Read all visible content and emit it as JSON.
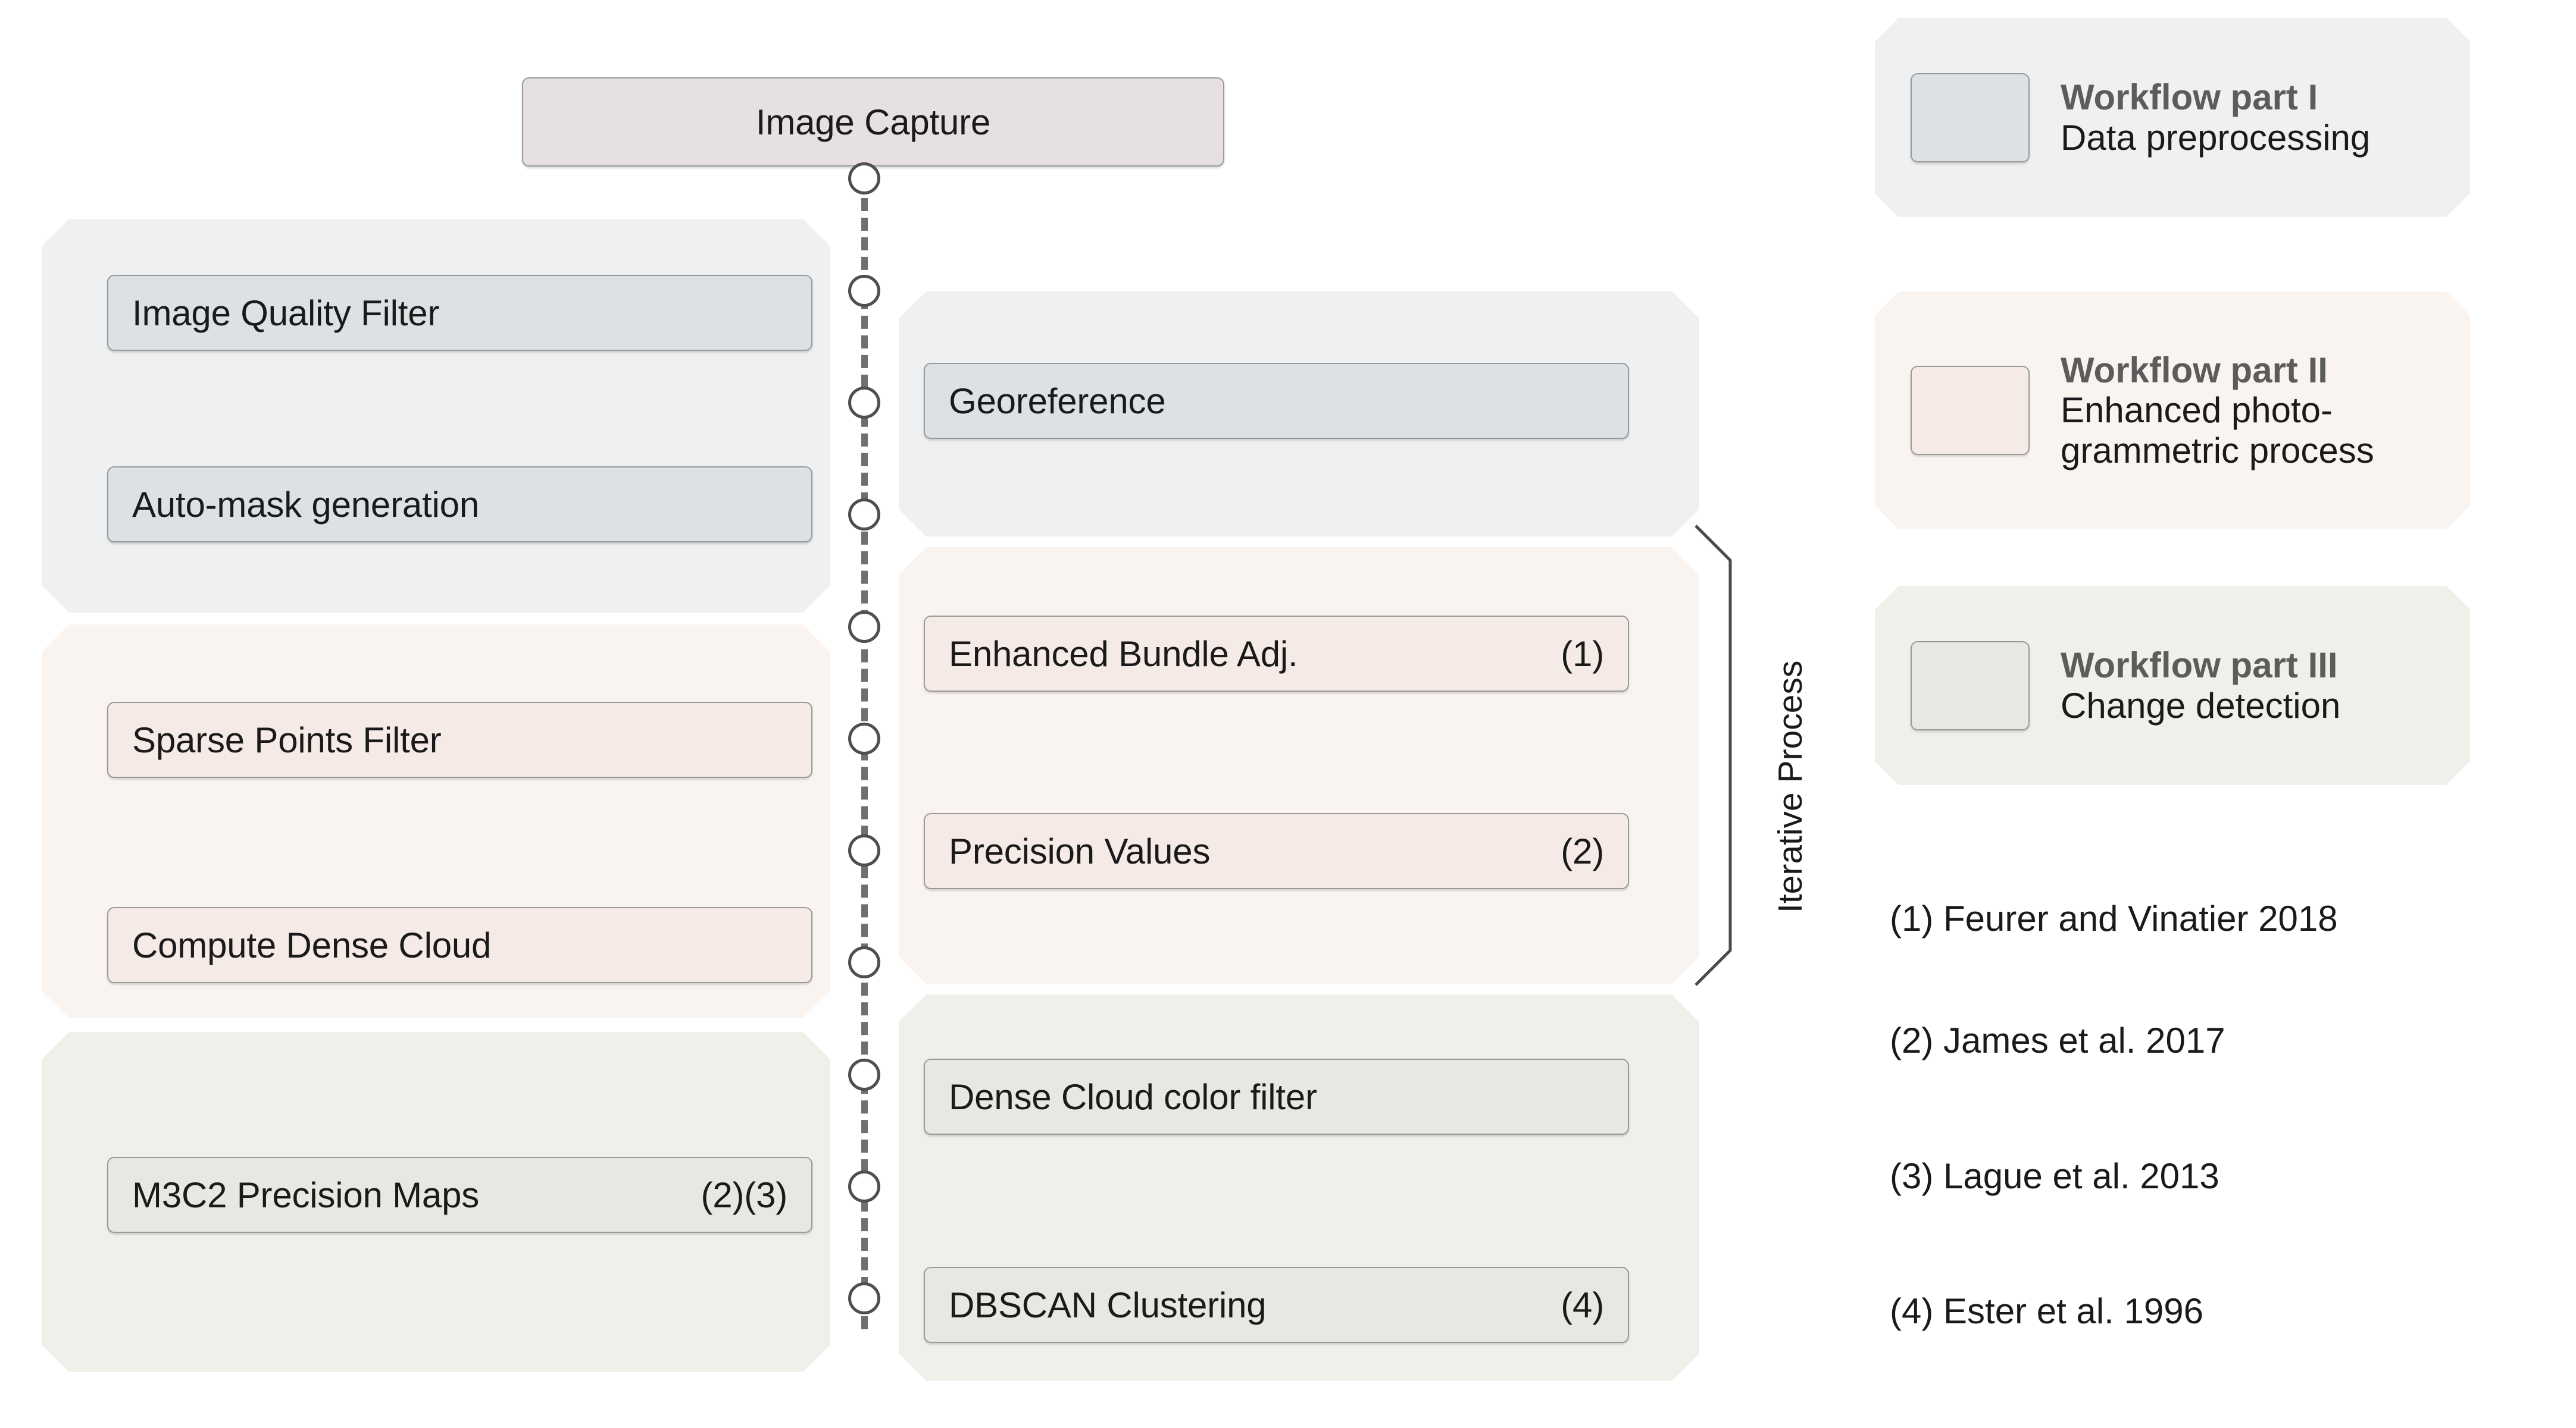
{
  "diagram": {
    "title_box": {
      "label": "Image Capture"
    },
    "iterative_bracket": {
      "label": "Iterative Process"
    },
    "groups": [
      {
        "id": "part-1",
        "theme": "grey",
        "left_steps": [
          {
            "label": "Image Quality Filter",
            "ref": ""
          },
          {
            "label": "Auto-mask generation",
            "ref": ""
          }
        ],
        "right_steps": [
          {
            "label": "Georeference",
            "ref": ""
          }
        ]
      },
      {
        "id": "part-2",
        "theme": "pink",
        "left_steps": [
          {
            "label": "Sparse Points Filter",
            "ref": ""
          },
          {
            "label": "Compute Dense Cloud",
            "ref": ""
          }
        ],
        "right_steps": [
          {
            "label": "Enhanced Bundle Adj.",
            "ref": "(1)"
          },
          {
            "label": "Precision Values",
            "ref": "(2)"
          }
        ]
      },
      {
        "id": "part-3",
        "theme": "green",
        "left_steps": [
          {
            "label": "M3C2 Precision Maps",
            "ref": "(2)(3)"
          }
        ],
        "right_steps": [
          {
            "label": "Dense Cloud color filter",
            "ref": ""
          },
          {
            "label": "DBSCAN Clustering",
            "ref": "(4)"
          }
        ]
      }
    ]
  },
  "steps": {
    "image_capture": "Image Capture",
    "image_quality_filter": "Image Quality Filter",
    "auto_mask_generation": "Auto-mask generation",
    "georeference": "Georeference",
    "sparse_points_filter": "Sparse Points Filter",
    "compute_dense_cloud": "Compute Dense Cloud",
    "enhanced_bundle_adj": "Enhanced Bundle Adj.",
    "enhanced_bundle_adj_ref": "(1)",
    "precision_values": "Precision Values",
    "precision_values_ref": "(2)",
    "m3c2_precision_maps": "M3C2 Precision Maps",
    "m3c2_precision_maps_ref": "(2)(3)",
    "dense_cloud_color_filter": "Dense Cloud color filter",
    "dbscan_clustering": "DBSCAN Clustering",
    "dbscan_clustering_ref": "(4)"
  },
  "legend": {
    "items": [
      {
        "title": "Workflow part I",
        "subtitle": "Data preprocessing",
        "swatch_color": "#dde1e4",
        "card_color": "#eef0f2"
      },
      {
        "title": "Workflow part II",
        "subtitle": "Enhanced photo-grammetric process",
        "swatch_color": "#f6eae6",
        "card_color": "#faf4f1"
      },
      {
        "title": "Workflow part III",
        "subtitle": "Change detection",
        "swatch_color": "#e7e8e1",
        "card_color": "#eff0ea"
      }
    ]
  },
  "references": [
    "(1) Feurer and Vinatier 2018",
    "(2) James et al. 2017",
    "(3) Lague et al. 2013",
    "(4) Ester et al. 1996"
  ],
  "colors": {
    "lavender_box": "#e6dfe4",
    "blue_box": "#dde1e4",
    "pink_box": "#f6eae6",
    "green_box": "#e7e8e1",
    "panel_grey": "#eef0f2",
    "panel_pink": "#faf4f1",
    "panel_green": "#eff0ea",
    "box_border": "#9a9a9a",
    "timeline": "#6f6f6f",
    "legend_title": "#5c5c5c",
    "text": "#1a1a1a"
  }
}
